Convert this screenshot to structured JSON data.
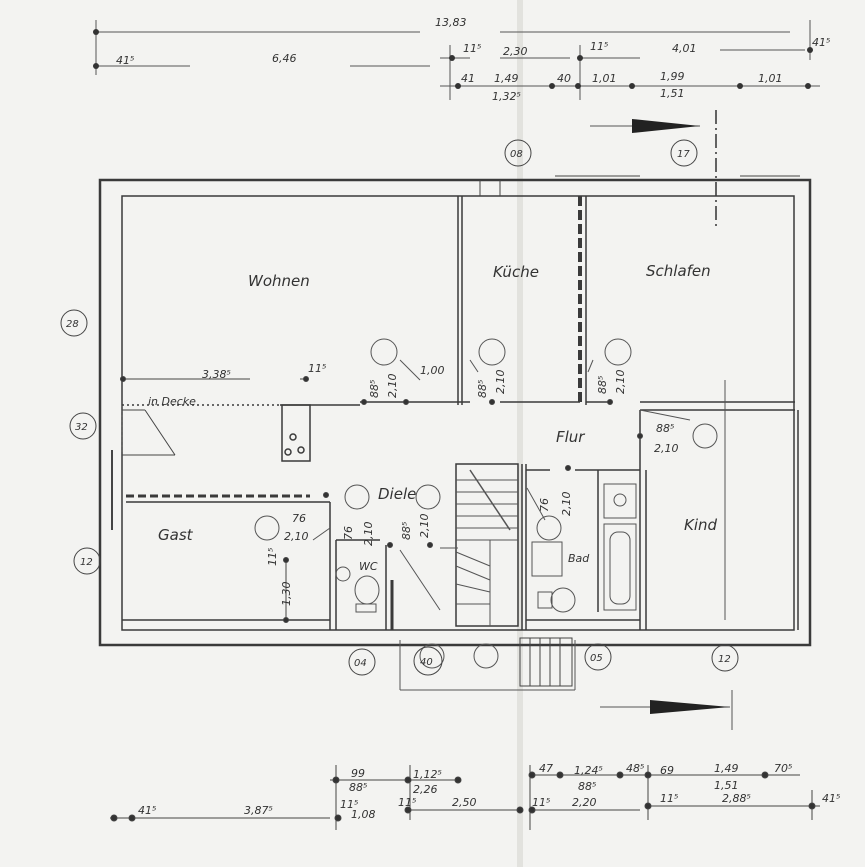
{
  "rooms": {
    "wohnen": "Wohnen",
    "kueche": "Küche",
    "schlafen": "Schlafen",
    "flur": "Flur",
    "diele": "Diele",
    "gast": "Gast",
    "wc": "WC",
    "bad": "Bad",
    "kind": "Kind"
  },
  "notes": {
    "in_decke": "in Decke"
  },
  "tags": {
    "t08": "08",
    "t17": "17",
    "t28": "28",
    "t32": "32",
    "t12_left": "12",
    "t04": "04",
    "t40": "40",
    "t05": "05",
    "t12_right": "12"
  },
  "dims_top": {
    "total": "13,83",
    "left_wall": "41⁵",
    "wohnen_w": "6,46",
    "mid_wall": "11⁵",
    "kueche_w": "2,30",
    "inner_wall": "11⁵",
    "schlafen_w": "4,01",
    "right_wall": "41⁵",
    "r2_a": "41",
    "r2_b": "1,49",
    "r2_b2": "1,32⁵",
    "r2_c": "40",
    "r2_d": "1,01",
    "r2_e": "1,99",
    "r2_e2": "1,51",
    "r2_f": "1,01"
  },
  "dims_plan": {
    "wohnen_depth": "3,38⁵",
    "wohnen_wall": "11⁵",
    "door_wohnen_a": "88⁵",
    "door_wohnen_b": "2,10",
    "door_wohnen_c": "1,00",
    "door_kueche_a": "88⁵",
    "door_kueche_b": "2,10",
    "door_schlafen_a": "88⁵",
    "door_schlafen_b": "2,10",
    "door_kind_a": "88⁵",
    "door_kind_b": "2,10",
    "door_gast_a": "76",
    "door_gast_b": "2,10",
    "door_wc_a": "76",
    "door_wc_b": "2,10",
    "door_diele_a": "88⁵",
    "door_diele_b": "2,10",
    "door_bad_a": "76",
    "door_bad_b": "2,10",
    "gast_wall": "11⁵",
    "gast_win": "1,30"
  },
  "dims_bottom": {
    "b_left_wall": "41⁵",
    "b_gast": "3,87⁵",
    "b_99": "99",
    "b_885a": "88⁵",
    "b_115a": "11⁵",
    "b_108": "1,08",
    "b_1125": "1,12⁵",
    "b_226": "2,26",
    "b_115b": "11⁵",
    "b_250": "2,50",
    "b_115c": "11⁵",
    "b_220": "2,20",
    "b_47": "47",
    "b_1245": "1,24⁵",
    "b_885b": "88⁵",
    "b_485": "48⁵",
    "b_69": "69",
    "b_149": "1,49",
    "b_151": "1,51",
    "b_705": "70⁵",
    "b_115d": "11⁵",
    "b_2885": "2,88⁵",
    "b_415": "41⁵"
  },
  "colors": {
    "paper": "#f3f3f1",
    "ink": "#333333"
  }
}
